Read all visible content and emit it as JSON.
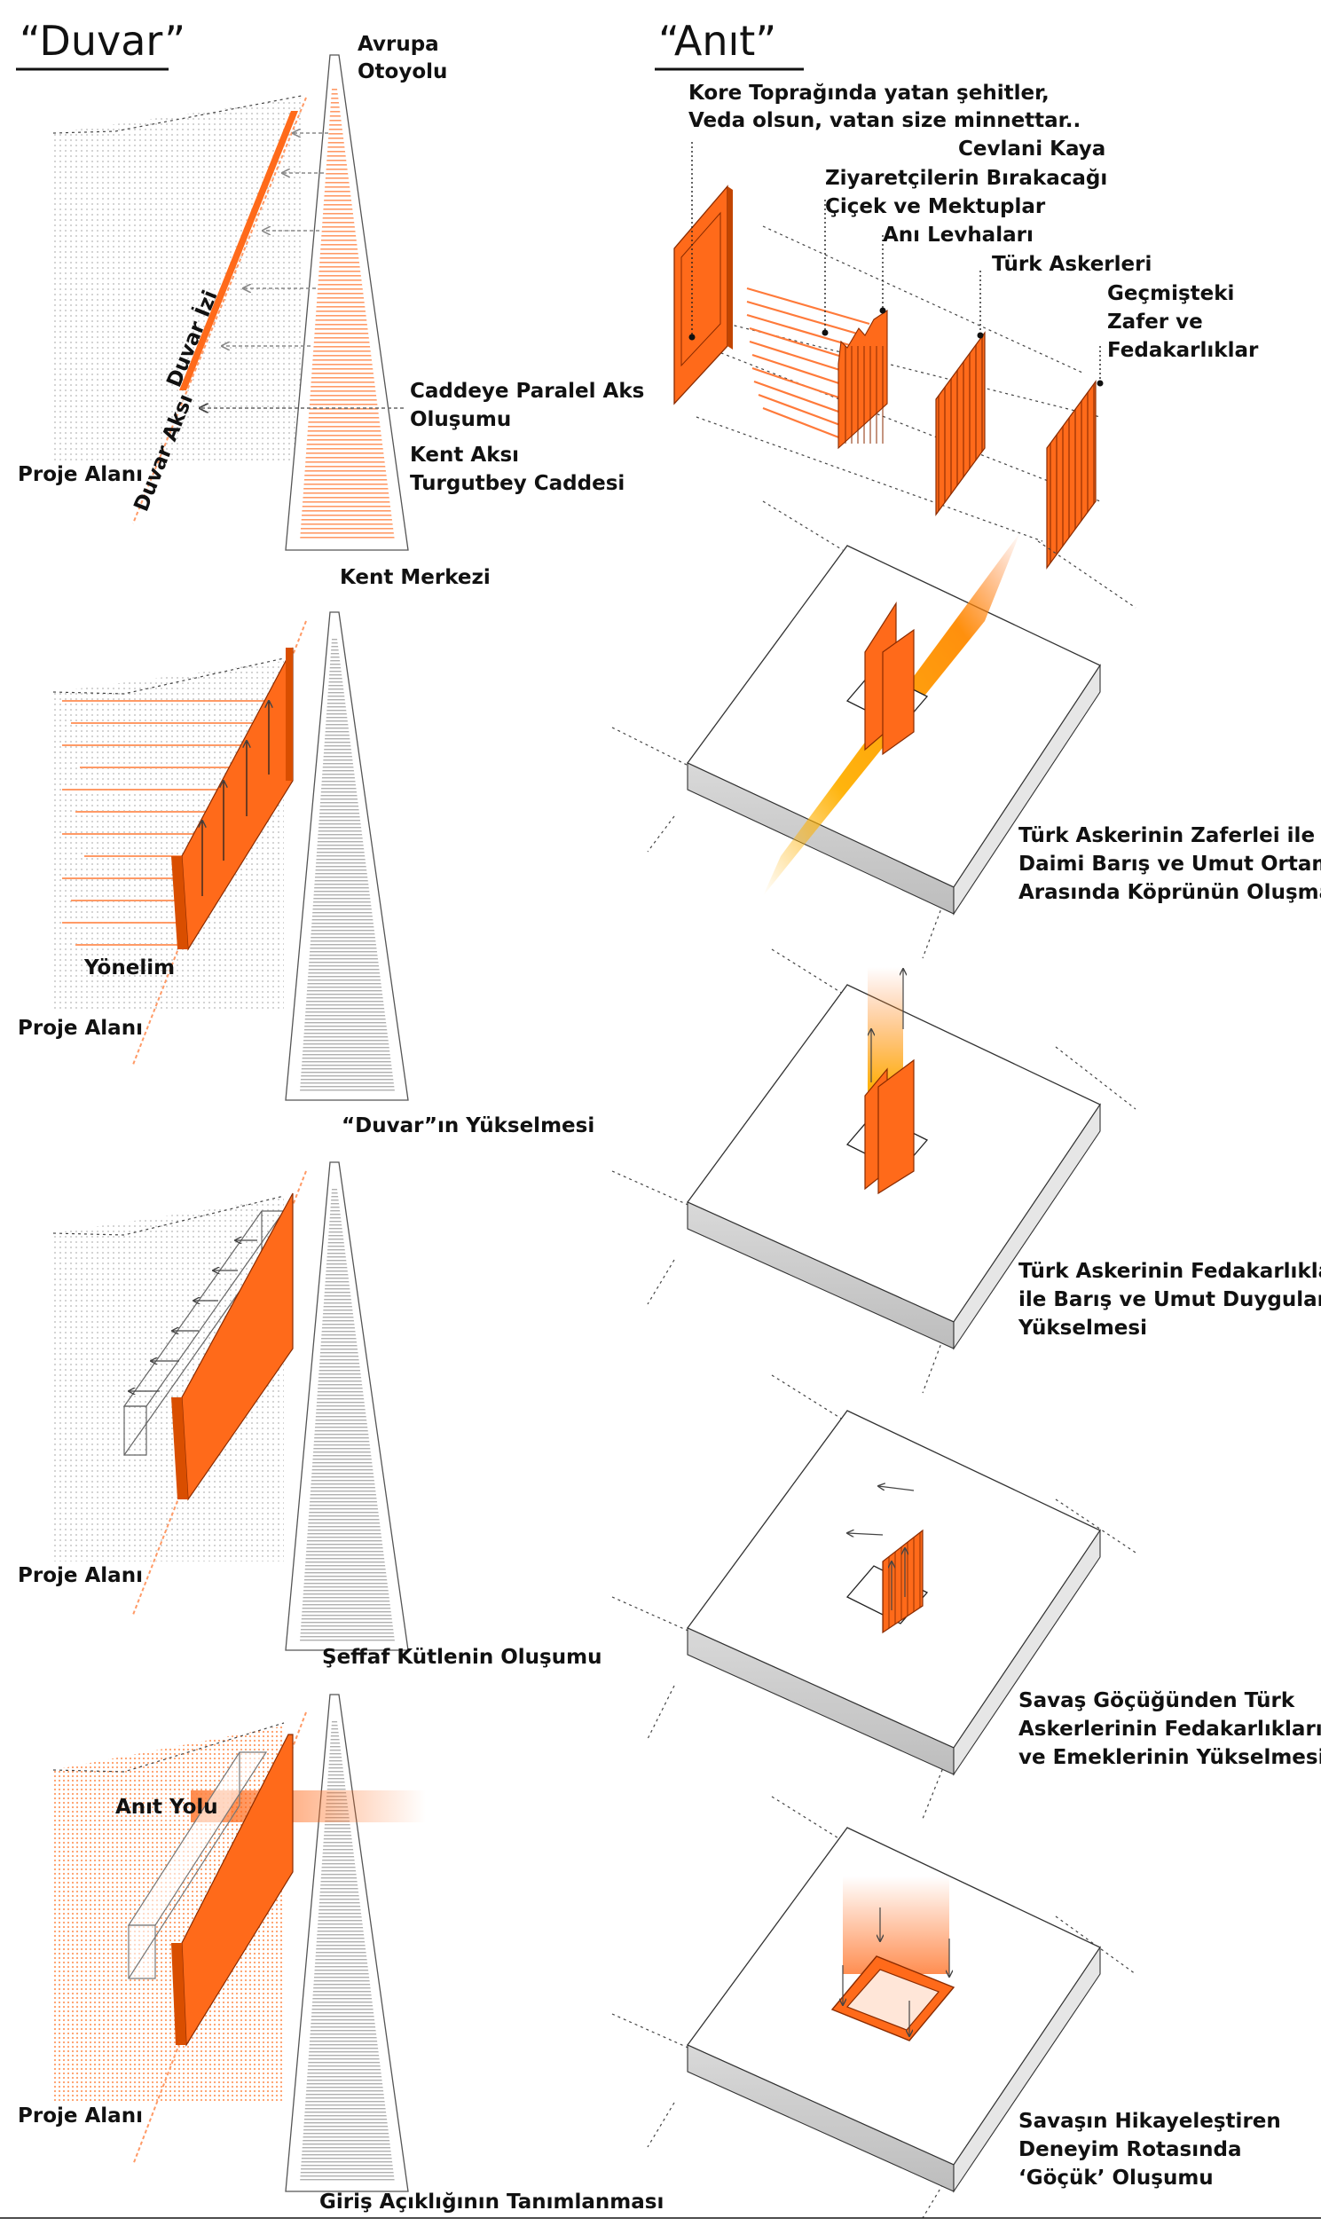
{
  "headers": {
    "left": "“Duvar”",
    "right": "“Anıt”"
  },
  "colors": {
    "accent": "#ff6a1a",
    "accent_light": "#ffb38a",
    "highlight": "#ffb000",
    "grey": "#cfcfcf"
  },
  "left_panels": [
    {
      "top_road_label": "Avrupa Otoyolu",
      "road_label_line1": "Avrupa",
      "road_label_line2": "Otoyolu",
      "wall_trace": "Duvar İzi",
      "wall_axis": "Duvar Aksı",
      "parallel_axis_line1": "Caddeye Paralel Aks",
      "parallel_axis_line2": "Oluşumu",
      "city_axis_line1": "Kent Aksı",
      "city_axis_line2": "Turgutbey Caddesi",
      "project_area": "Proje Alanı",
      "caption": "Kent Merkezi"
    },
    {
      "direction": "Yönelim",
      "project_area": "Proje Alanı",
      "caption": "“Duvar”ın Yükselmesi"
    },
    {
      "project_area": "Proje Alanı",
      "caption": "Şeffaf Kütlenin Oluşumu"
    },
    {
      "monument_path": "Anıt Yolu",
      "project_area": "Proje Alanı",
      "caption": "Giriş Açıklığının Tanımlanması"
    }
  ],
  "exploded_labels": {
    "inscription_line1": "Kore Toprağında yatan şehitler,",
    "inscription_line2": "Veda olsun, vatan size minnettar..",
    "cevlani": "Cevlani Kaya",
    "visitors_line1": "Ziyaretçilerin Bırakacağı",
    "visitors_line2": "Çiçek ve Mektuplar",
    "plaques": "Anı Levhaları",
    "soldiers": "Türk Askerleri",
    "past_line1": "Geçmişteki",
    "past_line2": "Zafer ve",
    "past_line3": "Fedakarlıklar"
  },
  "right_captions": [
    {
      "line1": "Türk Askerinin Zaferlei ile",
      "line2": "Daimi Barış ve Umut Ortamı",
      "line3": "Arasında Köprünün Oluşması"
    },
    {
      "line1": "Türk Askerinin Fedakarlıkları",
      "line2": "ile Barış ve Umut Duygularının",
      "line3": "Yükselmesi"
    },
    {
      "line1": "Savaş Göçüğünden Türk",
      "line2": "Askerlerinin Fedakarlıklarının",
      "line3": "ve Emeklerinin Yükselmesi"
    },
    {
      "line1": "Savaşın Hikayeleştiren",
      "line2": "Deneyim Rotasında",
      "line3": "‘Göçük’ Oluşumu"
    }
  ]
}
